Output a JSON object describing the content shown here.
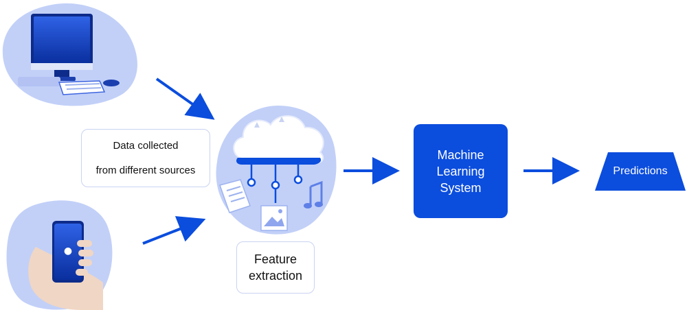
{
  "sources": {
    "line1": "Data collected",
    "line2": "from different sources"
  },
  "feature": {
    "line1": "Feature",
    "line2": "extraction"
  },
  "ml_system": {
    "line1": "Machine",
    "line2": "Learning",
    "line3": "System"
  },
  "predictions": {
    "label": "Predictions"
  },
  "colors": {
    "primary": "#0b4ddd",
    "blob": "#c2d0f8",
    "box_border": "#c9d3f2"
  },
  "icons": [
    "desktop-computer-icon",
    "smartphone-in-hand-icon",
    "cloud-icon",
    "document-icon",
    "image-icon",
    "music-note-icon"
  ]
}
